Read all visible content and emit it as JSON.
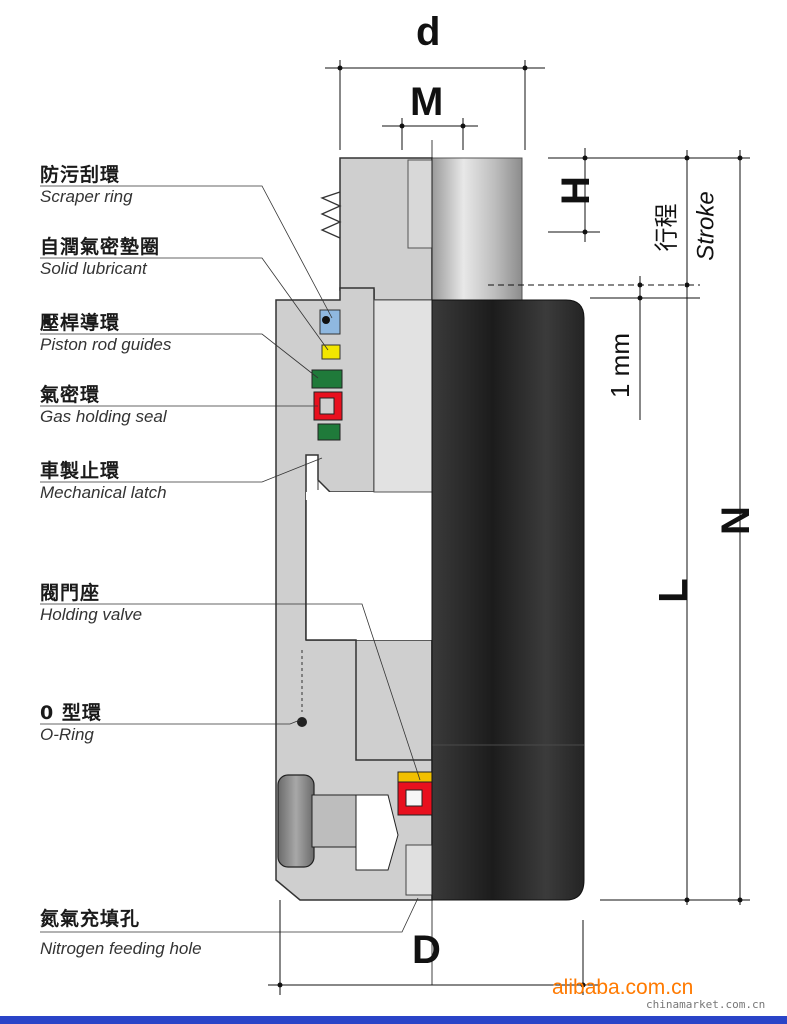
{
  "labels": [
    {
      "zh": "防污刮環",
      "en": "Scraper ring"
    },
    {
      "zh": "自潤氣密墊圈",
      "en": "Solid lubricant"
    },
    {
      "zh": "壓桿導環",
      "en": "Piston rod guides"
    },
    {
      "zh": "氣密環",
      "en": "Gas holding seal"
    },
    {
      "zh": "車製止環",
      "en": "Mechanical latch"
    },
    {
      "zh": "閥門座",
      "en": "Holding valve"
    },
    {
      "zh": "0 型環",
      "en": "O-Ring"
    },
    {
      "zh": "氮氣充填孔",
      "en": "Nitrogen feeding hole"
    }
  ],
  "dimensions": {
    "d": "d",
    "M": "M",
    "H": "H",
    "stroke_zh": "行程",
    "stroke_en": "Stroke",
    "one_mm": "1 mm",
    "L": "L",
    "N": "N",
    "D": "D"
  },
  "watermark": {
    "brand": "alibaba.com.cn",
    "sub": "chinamarket.com.cn"
  },
  "colors": {
    "body": "#cfcfcf",
    "cylinder": "#2b2b2b",
    "seal_red": "#e8101e",
    "seal_green": "#1f7a3a",
    "guide_yellow": "#f2e600",
    "scraper_blue": "#8fb8e0",
    "accent_bar": "#2a44c8"
  }
}
